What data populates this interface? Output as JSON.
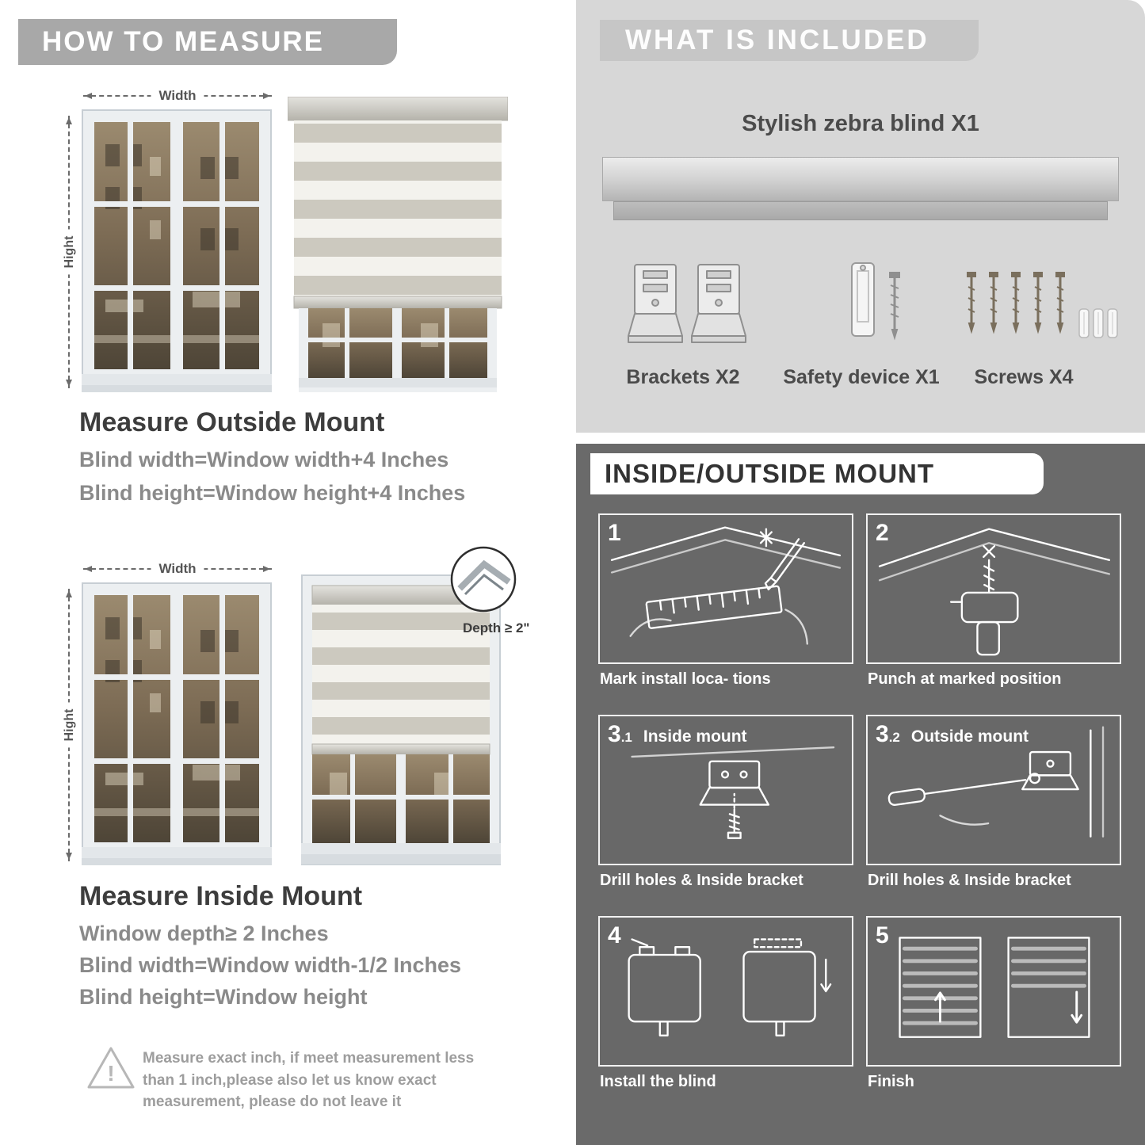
{
  "accent": {
    "banner_gray": "#a8a8a8",
    "light_panel": "#d7d7d7",
    "dark_panel": "#6a6a6a"
  },
  "left": {
    "banner": "HOW TO MEASURE",
    "outside": {
      "width_label": "Width",
      "height_label": "Hight",
      "title": "Measure Outside Mount",
      "lines": [
        "Blind width=Window width+4 Inches",
        "Blind height=Window height+4 Inches"
      ]
    },
    "inside": {
      "width_label": "Width",
      "height_label": "Hight",
      "depth_label": "Depth ≥ 2\"",
      "title": "Measure Inside Mount",
      "lines": [
        "Window depth≥ 2 Inches",
        "Blind width=Window width-1/2 Inches",
        "Blind height=Window height"
      ]
    },
    "warning_icon": "!",
    "warning_text": "Measure exact inch, if meet measurement less than 1 inch,please also let us know exact measurement, please do not leave it"
  },
  "right": {
    "included": {
      "banner": "WHAT IS INCLUDED",
      "product": "Stylish zebra blind X1",
      "items": [
        {
          "label": "Brackets X2"
        },
        {
          "label": "Safety device X1"
        },
        {
          "label": "Screws X4"
        }
      ]
    },
    "mount": {
      "banner": "INSIDE/OUTSIDE MOUNT",
      "steps": [
        {
          "num": "1",
          "sub": "",
          "title": "",
          "caption": "Mark install loca- tions"
        },
        {
          "num": "2",
          "sub": "",
          "title": "",
          "caption": "Punch at  marked position"
        },
        {
          "num": "3",
          "sub": ".1",
          "title": "Inside mount",
          "caption": "Drill holes &  Inside bracket"
        },
        {
          "num": "3",
          "sub": ".2",
          "title": "Outside mount",
          "caption": "Drill holes &  Inside bracket"
        },
        {
          "num": "4",
          "sub": "",
          "title": "",
          "caption": "Install the blind"
        },
        {
          "num": "5",
          "sub": "",
          "title": "",
          "caption": "Finish"
        }
      ]
    }
  }
}
